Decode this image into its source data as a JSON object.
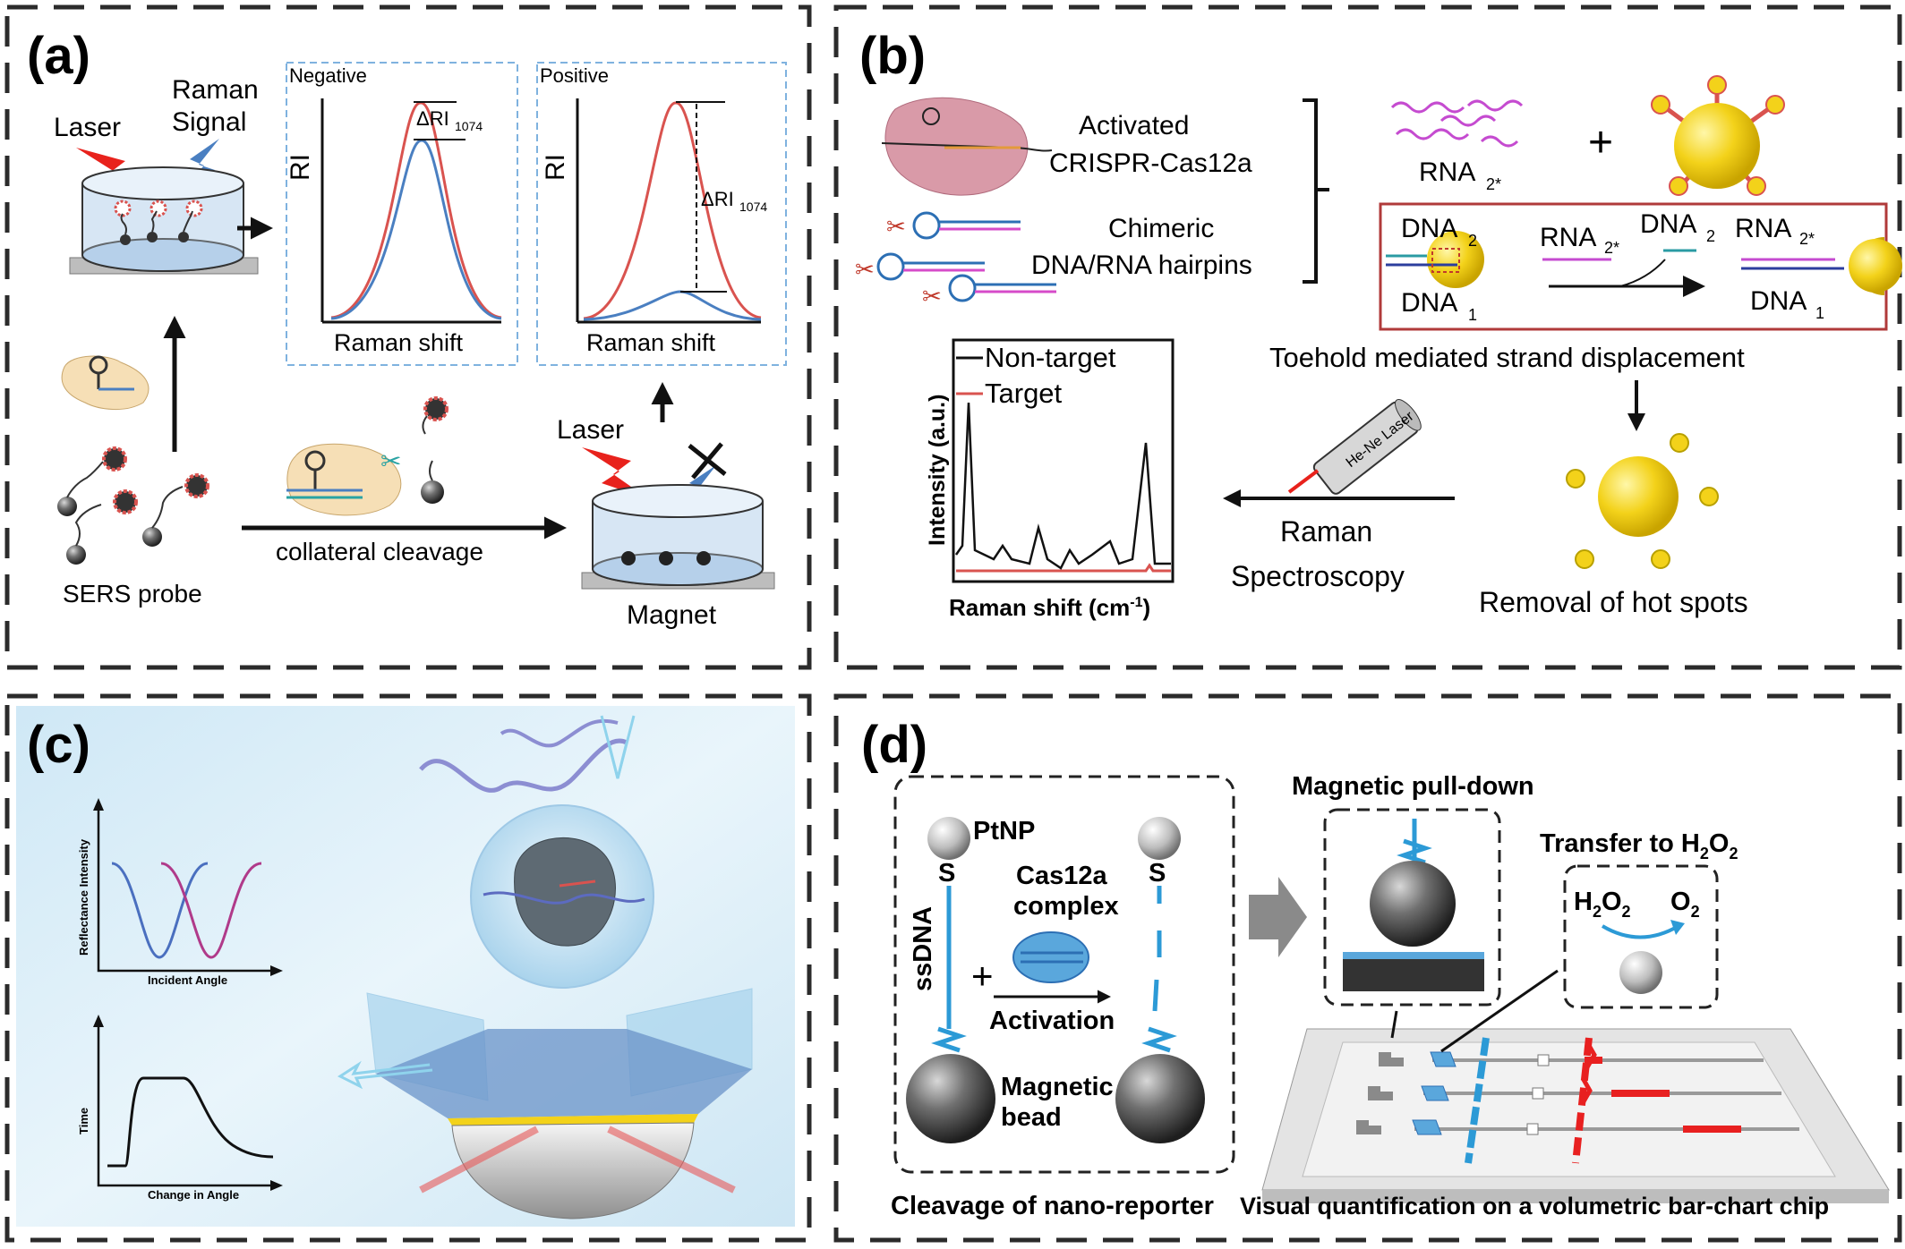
{
  "panels": {
    "a": {
      "label": "(a)",
      "laser": "Laser",
      "raman_signal_1": "Raman",
      "raman_signal_2": "Signal",
      "sers_probe": "SERS probe",
      "collateral_cleavage": "collateral cleavage",
      "laser_2": "Laser",
      "magnet": "Magnet",
      "negative_plot": {
        "title": "Negative",
        "ylabel": "RI",
        "xlabel": "Raman shift",
        "delta": "ΔRI",
        "delta_sub": "1074"
      },
      "positive_plot": {
        "title": "Positive",
        "ylabel": "RI",
        "xlabel": "Raman shift",
        "delta": "ΔRI",
        "delta_sub": "1074"
      }
    },
    "b": {
      "label": "(b)",
      "activated_1": "Activated",
      "activated_2": "CRISPR-Cas12a",
      "chimeric_1": "Chimeric",
      "chimeric_2": "DNA/RNA hairpins",
      "rna2": "RNA",
      "rna2_sub": "2*",
      "plus": "+",
      "dna2_left": "DNA",
      "dna2_left_sub": "2",
      "dna1_left": "DNA",
      "dna1_left_sub": "1",
      "rna2_mid": "RNA",
      "rna2_mid_sub": "2*",
      "dna2_mid": "DNA",
      "dna2_mid_sub": "2",
      "rna2_right": "RNA",
      "rna2_right_sub": "2*",
      "dna1_right": "DNA",
      "dna1_right_sub": "1",
      "toehold": "Toehold mediated strand displacement",
      "removal": "Removal of hot spots",
      "raman_1": "Raman",
      "raman_2": "Spectroscopy",
      "laser_device": "He-Ne Laser",
      "spectrum": {
        "legend_nontarget": "Non-target",
        "legend_target": "Target",
        "ylabel": "Intensity (a.u.)",
        "xlabel": "Raman shift (cm",
        "xlabel_sup": "-1",
        "xlabel_end": ")"
      }
    },
    "c": {
      "label": "(c)",
      "plot1": {
        "ylabel": "Reflectance Intensity",
        "xlabel": "Incident Angle"
      },
      "plot2": {
        "ylabel": "Time",
        "xlabel": "Change in Angle"
      }
    },
    "d": {
      "label": "(d)",
      "ptnp": "PtNP",
      "s_left": "S",
      "s_right": "S",
      "ssdna": "ssDNA",
      "plus": "+",
      "cas12a_1": "Cas12a",
      "cas12a_2": "complex",
      "activation": "Activation",
      "magnetic_bead_1": "Magnetic",
      "magnetic_bead_2": "bead",
      "cleavage": "Cleavage of nano-reporter",
      "pull_down": "Magnetic pull-down",
      "transfer": "Transfer to H",
      "transfer_sub": "2",
      "transfer_mid": "O",
      "transfer_sub2": "2",
      "h2o2": "H",
      "h2o2_sub": "2",
      "h2o2_o": "O",
      "h2o2_sub2": "2",
      "o2": "O",
      "o2_sub": "2",
      "visual": "Visual quantification on a volumetric bar-chart chip"
    }
  },
  "colors": {
    "red_curve": "#d9534f",
    "blue_curve": "#4a7fc1",
    "gold": "#f3d21a",
    "teal_strand": "#2c9ad6",
    "panel_c_bg": "#d4ebf7"
  }
}
